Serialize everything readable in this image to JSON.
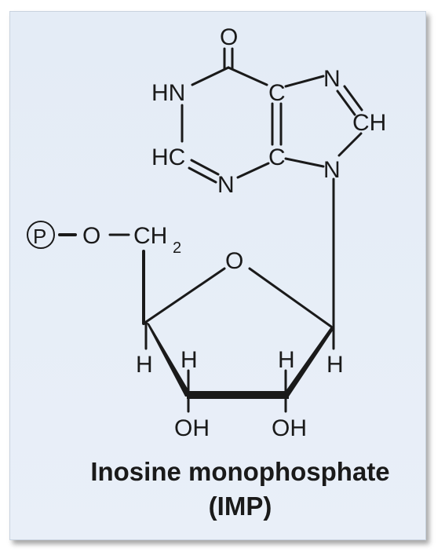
{
  "molecule": {
    "atoms": {
      "o_carbonyl": "O",
      "hn": "HN",
      "c5": "C",
      "n7": "N",
      "ch8": "CH",
      "hc2": "HC",
      "n3": "N",
      "c4": "C",
      "n9": "N",
      "phosphate": "P",
      "o_ester": "O",
      "ch2": "CH",
      "ch2_sub": "2",
      "o_ring": "O",
      "h4": "H",
      "h3": "H",
      "h2": "H",
      "h1": "H",
      "oh3": "OH",
      "oh2": "OH"
    }
  },
  "caption": {
    "line1": "Inosine monophosphate",
    "line2": "(IMP)"
  }
}
